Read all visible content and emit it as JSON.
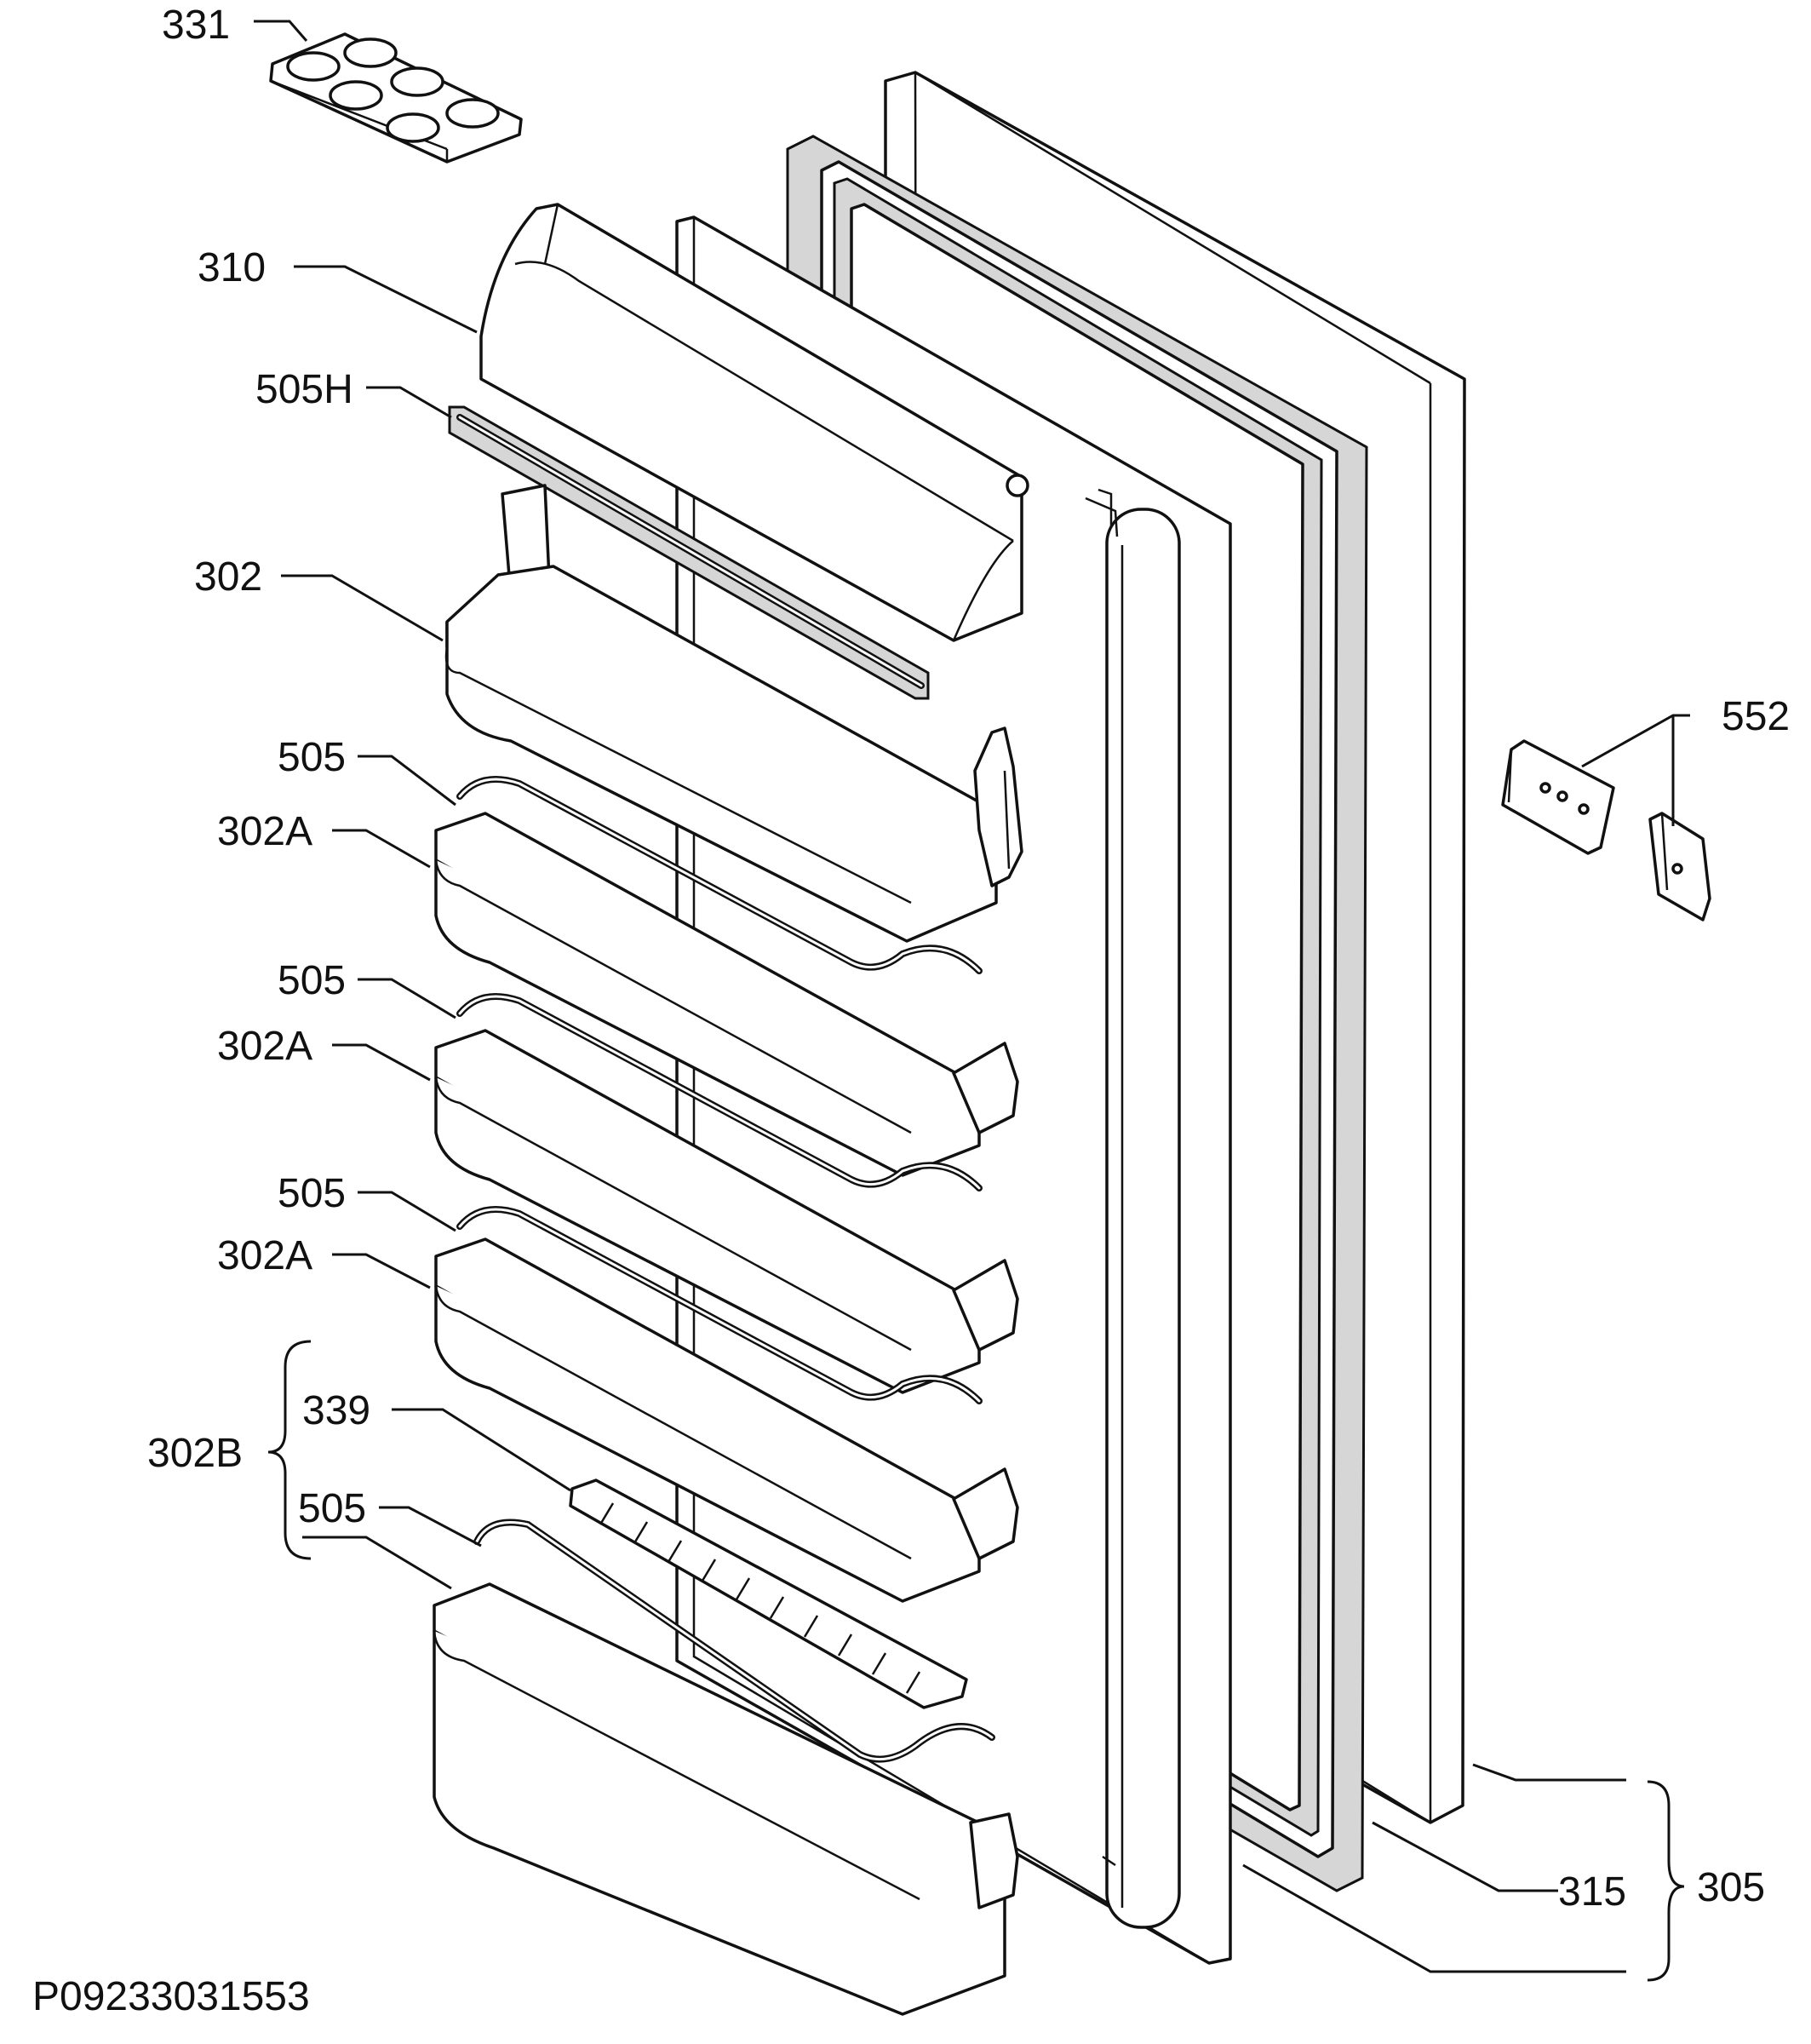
{
  "drawing_code": "P09233031553",
  "labels": {
    "l331": "331",
    "l310": "310",
    "l505H": "505H",
    "l302": "302",
    "l505_1": "505",
    "l302A_1": "302A",
    "l505_2": "505",
    "l302A_2": "302A",
    "l505_3": "505",
    "l302A_3": "302A",
    "l339": "339",
    "l302B": "302B",
    "l505_4": "505",
    "l552": "552",
    "l315": "315",
    "l305": "305"
  }
}
